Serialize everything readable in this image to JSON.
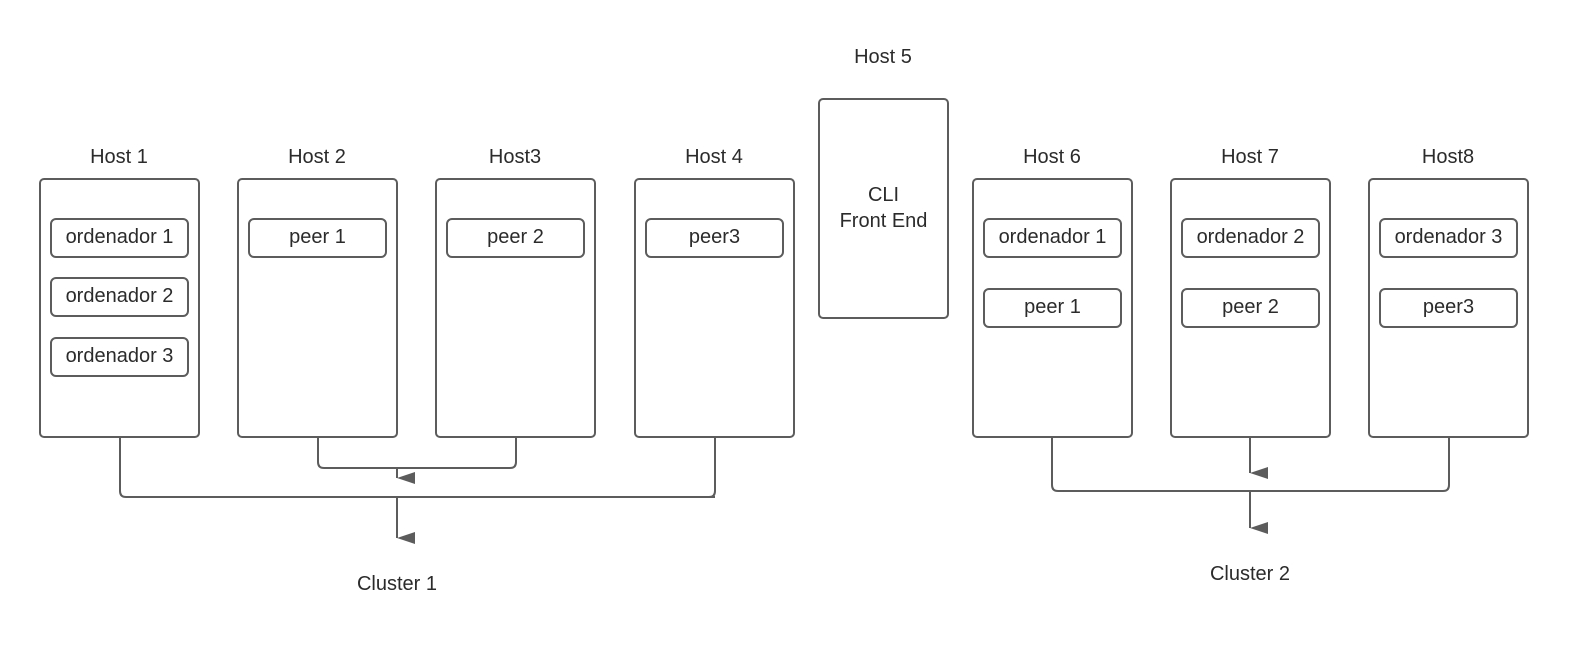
{
  "hosts": [
    {
      "label": "Host 1",
      "nodes": [
        "ordenador 1",
        "ordenador 2",
        "ordenador 3"
      ]
    },
    {
      "label": "Host 2",
      "nodes": [
        "peer 1"
      ]
    },
    {
      "label": "Host3",
      "nodes": [
        "peer 2"
      ]
    },
    {
      "label": "Host 4",
      "nodes": [
        "peer3"
      ]
    },
    {
      "label": "Host 5",
      "cli_lines": [
        "CLI",
        "Front End"
      ]
    },
    {
      "label": "Host 6",
      "nodes": [
        "ordenador 1",
        "peer 1"
      ]
    },
    {
      "label": "Host 7",
      "nodes": [
        "ordenador 2",
        "peer 2"
      ]
    },
    {
      "label": "Host8",
      "nodes": [
        "ordenador 3",
        "peer3"
      ]
    }
  ],
  "clusters": [
    {
      "label": "Cluster 1"
    },
    {
      "label": "Cluster 2"
    }
  ],
  "colors": {
    "stroke": "#5c5c5c",
    "text": "#2b2b2b",
    "background": "#ffffff"
  }
}
